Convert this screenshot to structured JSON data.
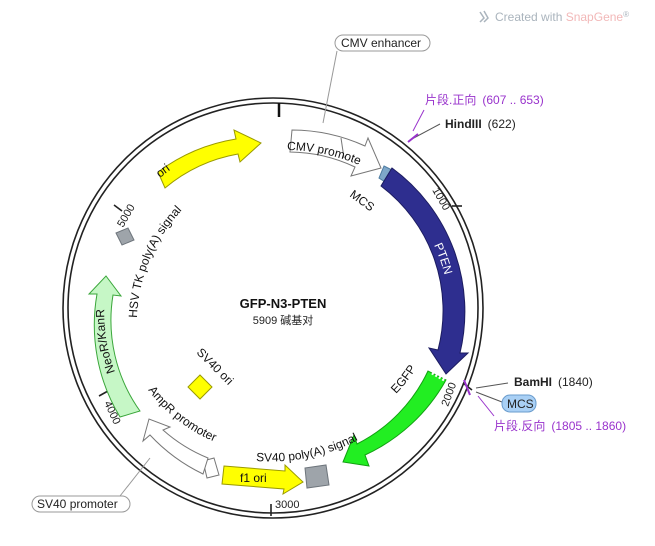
{
  "watermark": {
    "prefix": "Created with ",
    "brand": "SnapGene",
    "mark": "®"
  },
  "plasmid": {
    "name": "GFP-N3-PTEN",
    "size_text": "5909 碱基对"
  },
  "ticks": [
    "1000",
    "2000",
    "3000",
    "4000",
    "5000"
  ],
  "features": [
    {
      "label": "CMV enhancer",
      "color": "#ffffff"
    },
    {
      "label": "CMV promoter",
      "color": "#ffffff"
    },
    {
      "label": "MCS",
      "color": "#7ea7c9"
    },
    {
      "label": "PTEN",
      "color": "#2e2e8f"
    },
    {
      "label": "EGFP",
      "color": "#22ee22"
    },
    {
      "label": "SV40 poly(A) signal",
      "color": "#9ea4aa"
    },
    {
      "label": "f1 ori",
      "color": "#ffff00"
    },
    {
      "label": "AmpR promoter",
      "color": "#ffffff"
    },
    {
      "label": "SV40 promoter",
      "color": "#ffffff"
    },
    {
      "label": "SV40 ori",
      "color": "#ffff00"
    },
    {
      "label": "NeoR/KanR",
      "color": "#c6f7c6"
    },
    {
      "label": "HSV TK poly(A) signal",
      "color": "#9ea4aa"
    },
    {
      "label": "ori",
      "color": "#ffff00"
    }
  ],
  "sites": [
    {
      "name": "HindIII",
      "pos": "(622)"
    },
    {
      "name": "BamHI",
      "pos": "(1840)"
    }
  ],
  "mcs_bubble": "MCS",
  "primers": [
    {
      "name": "片段.正向",
      "range": "(607 .. 653)",
      "color": "#9933cc"
    },
    {
      "name": "片段.反向",
      "range": "(1805 .. 1860)",
      "color": "#9933cc"
    }
  ]
}
